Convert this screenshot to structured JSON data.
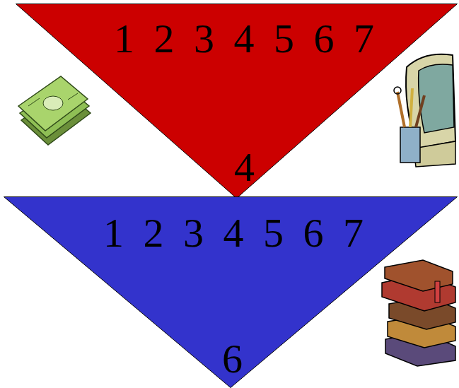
{
  "diagram": {
    "nodes": [
      {
        "text": [
          "1 2 3 4 5 6 7",
          "4"
        ]
      },
      {
        "text": [
          "1 2 3 4 5 6 7",
          "6"
        ]
      }
    ]
  }
}
